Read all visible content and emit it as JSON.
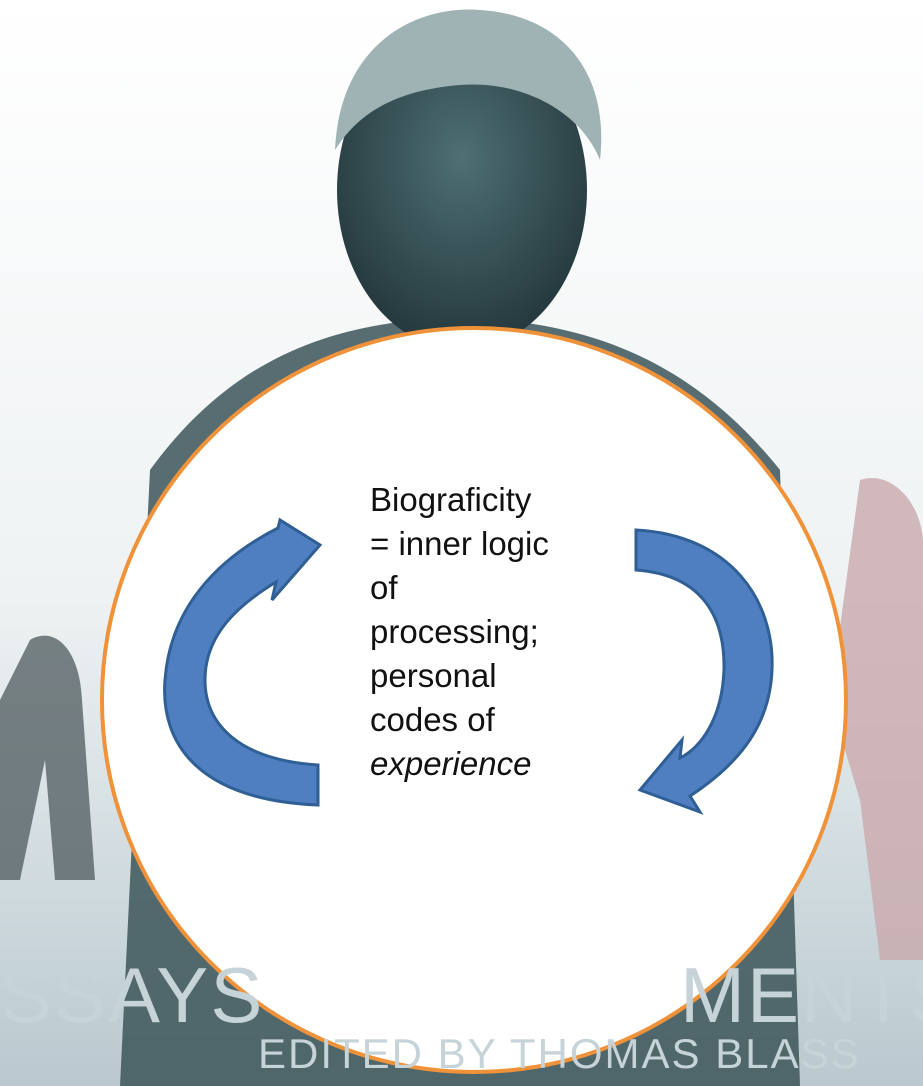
{
  "diagram": {
    "center_lines": [
      "Biograficity",
      "= inner logic",
      "of",
      "processing;",
      "personal",
      "codes of"
    ],
    "center_emphasis": "experience",
    "circle_color": "#f0923a",
    "arrow_color": "#4f7fc0",
    "arrow_outline": "#2f5f95"
  },
  "background": {
    "essays_left": "SSAYS",
    "essays_right": "MENTS",
    "edited_by": "EDITED BY THOMAS BLASS"
  }
}
